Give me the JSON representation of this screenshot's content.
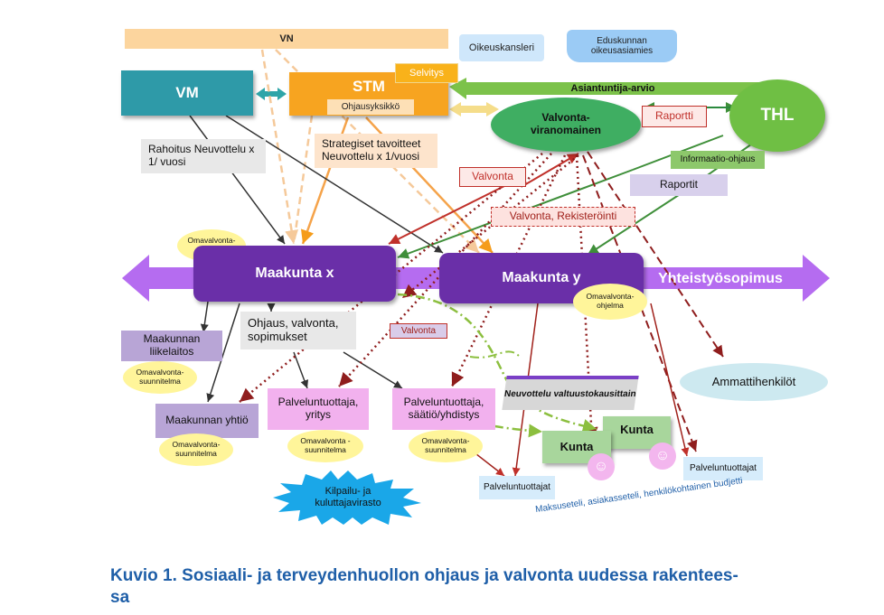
{
  "labels": {
    "vn": "VN",
    "oikeuskansleri": "Oikeuskansleri",
    "eduskunnan": "Eduskunnan oikeusasiamies",
    "vm": "VM",
    "stm": "STM",
    "selvitys": "Selvitys",
    "ohjausyksikko": "Ohjausyksikkö",
    "asiantuntija": "Asiantuntija-arvio",
    "valvontaviranomainen": "Valvonta-viranomainen",
    "raportti": "Raportti",
    "thl": "THL",
    "rahoitus": "Rahoitus Neuvottelu x 1/ vuosi",
    "strategiset": "Strategiset tavoitteet Neuvottelu x 1/vuosi",
    "valvonta1": "Valvonta",
    "informaatio": "Informaatio-ohjaus",
    "raportit": "Raportit",
    "valvontaRek": "Valvonta, Rekisteröinti",
    "omavalvontaOhjelma1": "Omavalvonta-ohjelma",
    "maakuntaX": "Maakunta x",
    "maakuntaY": "Maakunta y",
    "yhteistyo": "Yhteistyösopimus",
    "omavalvontaOhjelma2": "Omavalvonta-ohjelma",
    "ohjaus": "Ohjaus, valvonta, sopimukset",
    "liikelaitos": "Maakunnan liikelaitos",
    "omaSuunnitelma1": "Omavalvonta-suunnitelma",
    "valvonta2": "Valvonta",
    "ammattihenkilot": "Ammattihenkilöt",
    "neuvottelu": "Neuvottelu valtuustokausittain",
    "yhtio": "Maakunnan yhtiö",
    "omaSuunnitelma2": "Omavalvonta-suunnitelma",
    "pt1": "Palveluntuottaja, yritys",
    "omaSuunnitelma3": "Omavalvonta -suunnitelma",
    "pt2": "Palveluntuottaja, säätiö/yhdistys",
    "omaSuunnitelma4": "Omavalvonta-suunnitelma",
    "kuntaA": "Kunta",
    "kuntaB": "Kunta",
    "palveluntuottajat1": "Palveluntuottajat",
    "palveluntuottajat2": "Palveluntuottajat",
    "kilpailu": "Kilpailu- ja kuluttajavirasto",
    "maksuseteli": "Maksuseteli, asiakasseteli, henkilökohtainen budjetti"
  },
  "caption": {
    "line1": "Kuvio 1. Sosiaali- ja terveydenhuollon ohjaus ja valvonta uudessa rakentees-",
    "line2": "sa"
  },
  "colors": {
    "purple": "#6a2fa8",
    "purpleLight": "#b18ad8",
    "teal": "#2e9aa8",
    "orange": "#f59c1a",
    "green": "#6fbf44",
    "darkGreen": "#2b8a3e",
    "red": "#c0302a",
    "darkRed": "#8f1d1d",
    "yellow": "#fff59a",
    "pink": "#f4b3f0",
    "blue": "#1f5fa8"
  }
}
